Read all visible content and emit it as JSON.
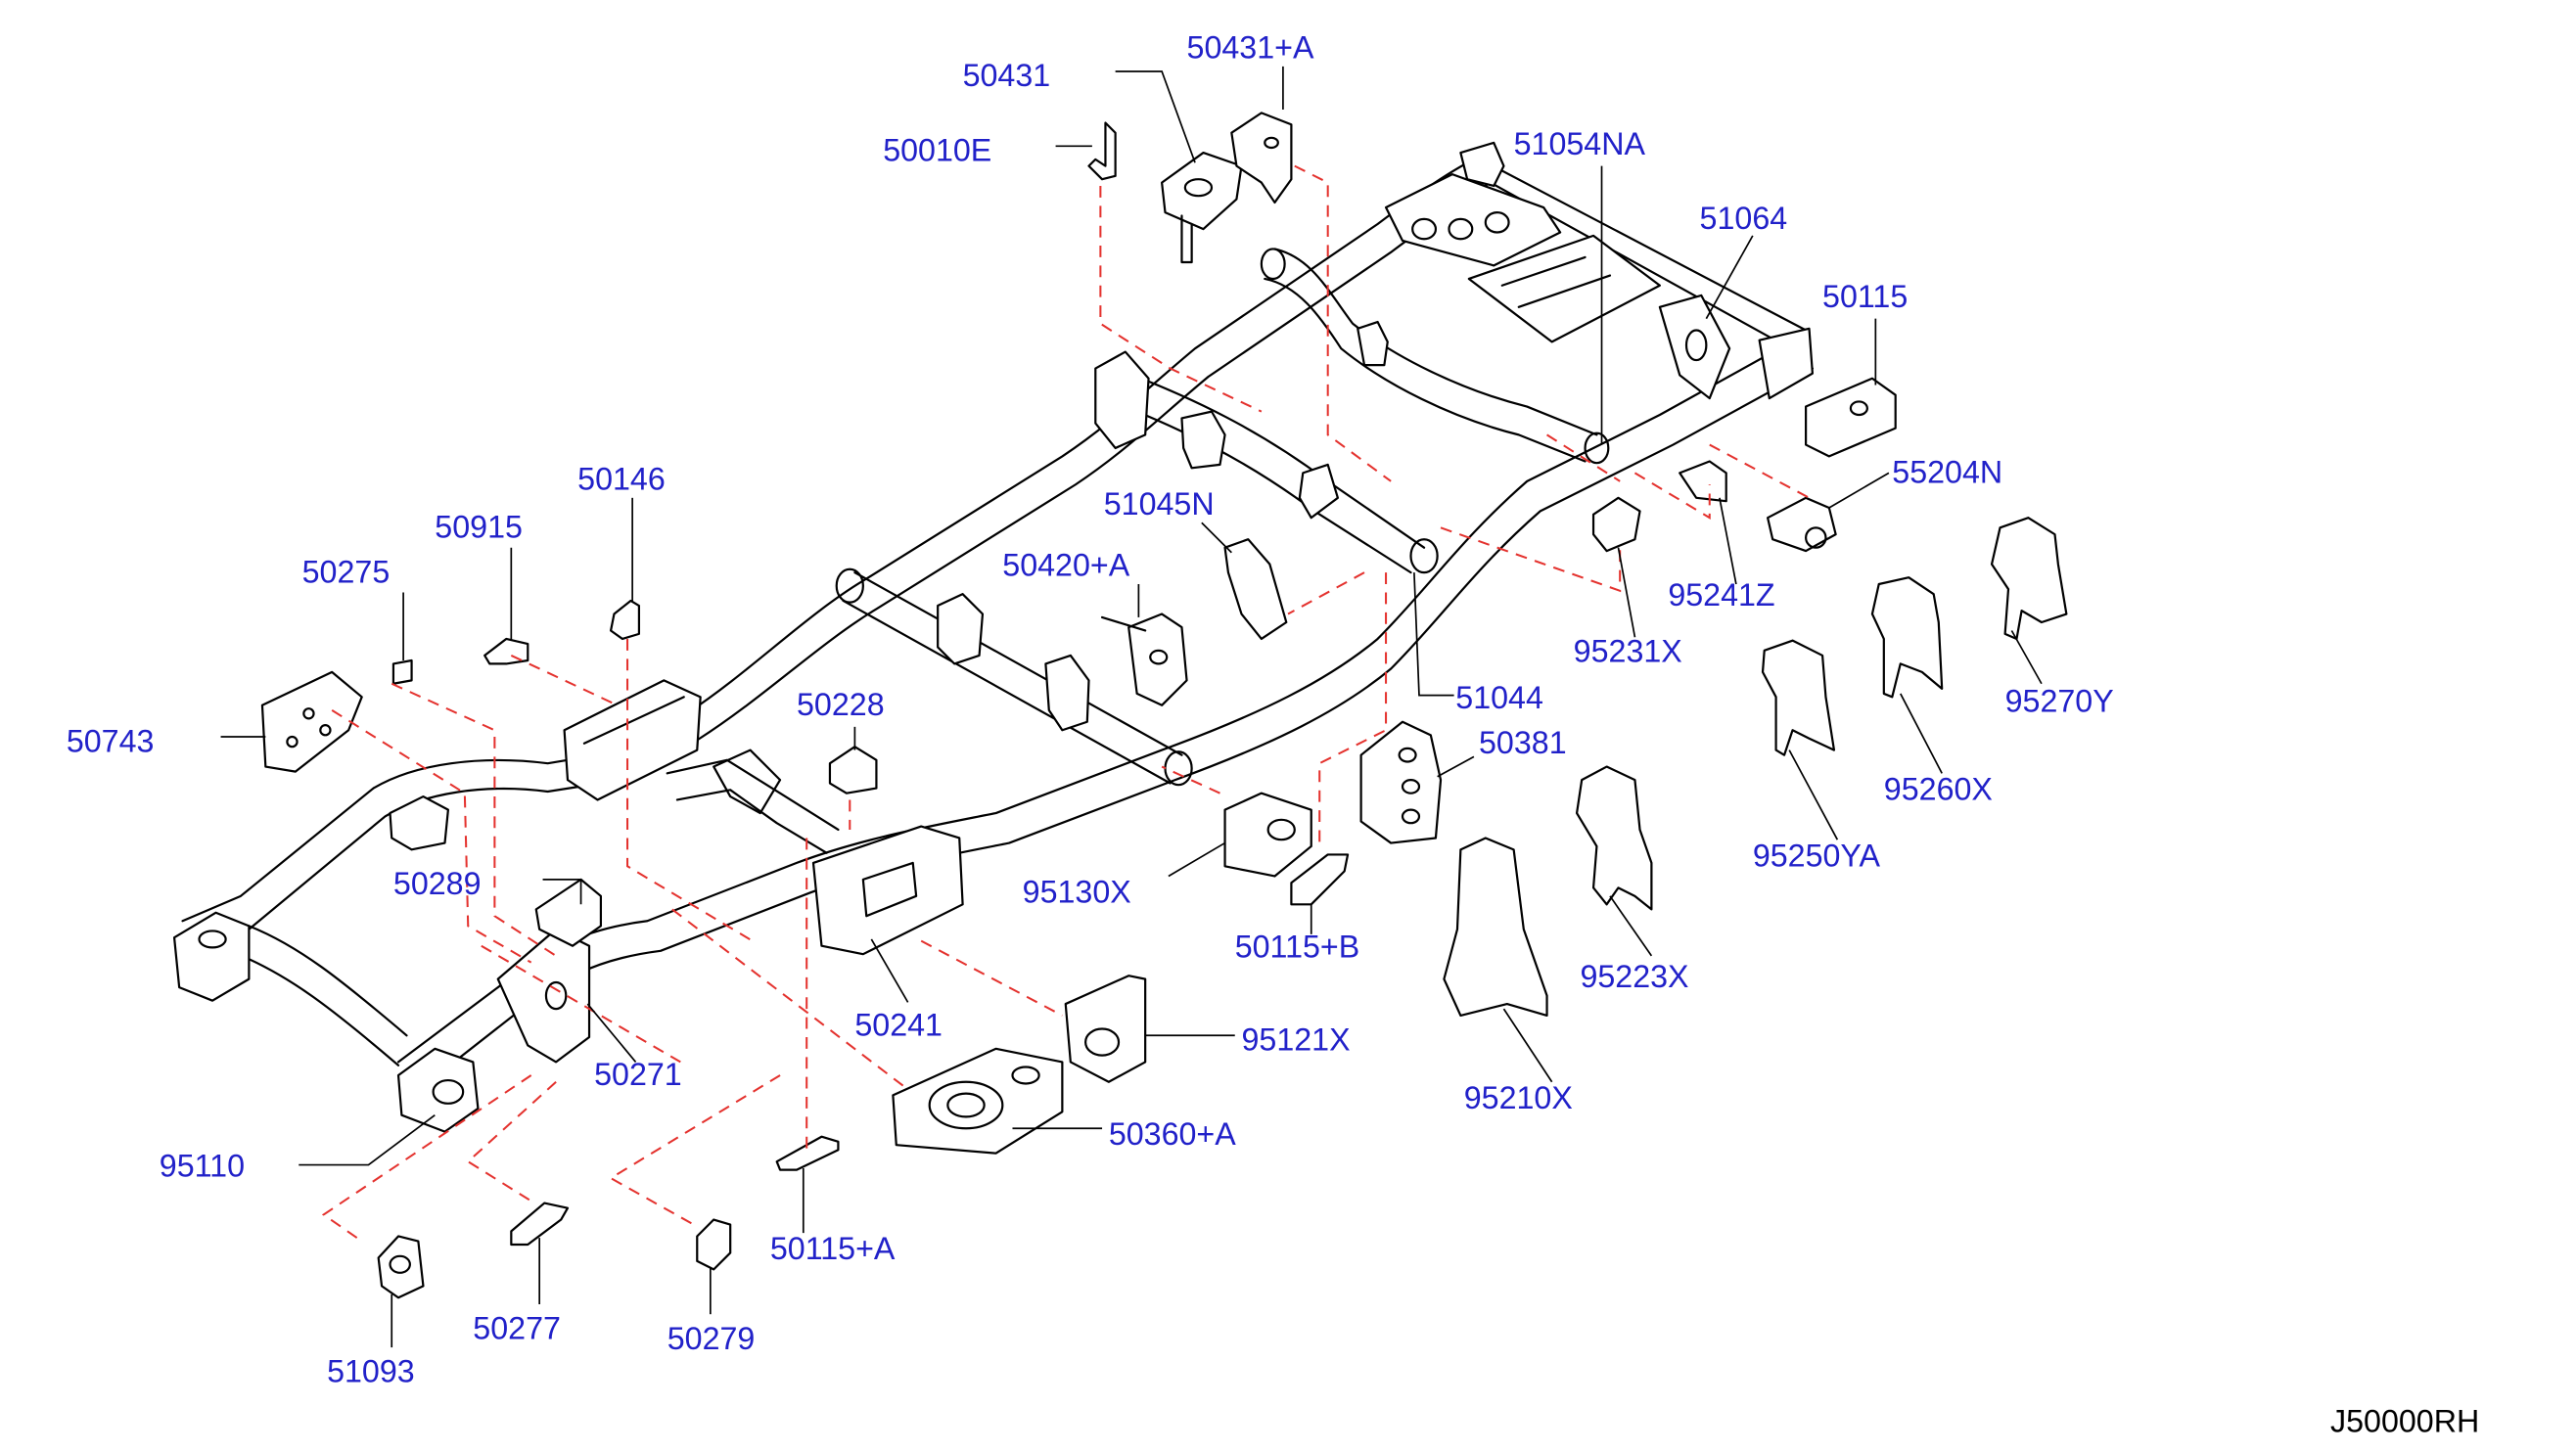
{
  "diagram": {
    "code": "J50000RH"
  },
  "labels": [
    "50431",
    "50431+A",
    "50010E",
    "51054NA",
    "51064",
    "50115",
    "55204N",
    "50146",
    "50915",
    "50275",
    "51045N",
    "50420+A",
    "95241Z",
    "95231X",
    "51044",
    "95270Y",
    "50743",
    "50228",
    "50381",
    "95260X",
    "95250YA",
    "95130X",
    "50289",
    "50115+B",
    "95223X",
    "50241",
    "95121X",
    "50271",
    "95210X",
    "50360+A",
    "95110",
    "50115+A",
    "50277",
    "50279",
    "51093"
  ],
  "colors": {
    "callout_text": "#2121c9",
    "reference_dash": "#e4322e",
    "line_art": "#000000",
    "background": "#ffffff"
  }
}
